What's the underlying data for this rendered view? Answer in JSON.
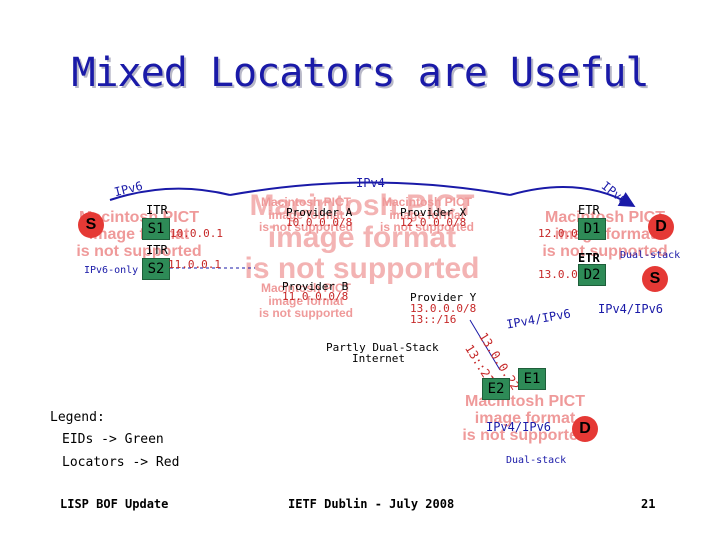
{
  "title": "Mixed Locators are Useful",
  "network_labels": {
    "ipv6_left": "IPv6",
    "ipv4_top": "IPv4",
    "ipv6_right": "IPv6",
    "ipv4_ipv6_mid": "IPv4/IPv6",
    "ipv4_ipv6_right": "IPv4/IPv6",
    "ipv4_ipv6_bottom": "IPv4/IPv6"
  },
  "routers": {
    "itr1_label": "ITR",
    "itr2_label": "ITR",
    "etr1_label": "ETR",
    "etr2_label": "ETR",
    "s1": "S1",
    "s2": "S2",
    "d1": "D1",
    "d2": "D2",
    "e1": "E1",
    "e2": "E2"
  },
  "hosts": {
    "s_left": "S",
    "d_right": "D",
    "s_right": "S",
    "d_bottom": "D"
  },
  "addresses": {
    "s1_addr": "10.0.0.1",
    "s2_addr": "11.0.0.1",
    "d1_addr": "12.0.0.2",
    "d2_addr": "13.0.0.2",
    "e_addr": "13.0.0.22",
    "e_v6_addr": "13::21"
  },
  "providers": {
    "a_name": "Provider A",
    "a_prefix": "10.0.0.0/8",
    "b_name": "Provider B",
    "b_prefix": "11.0.0.0/8",
    "x_name": "Provider X",
    "x_prefix": "12.0.0.0/8",
    "y_name": "Provider Y",
    "y_prefix_v4": "13.0.0.0/8",
    "y_prefix_v6": "13::/16"
  },
  "annotations": {
    "ipv6_only": "IPv6-only",
    "dual_stack_right": "Dual-stack",
    "dual_stack_bottom": "Dual-stack",
    "partly_dual_stack_1": "Partly Dual-Stack",
    "partly_dual_stack_2": "Internet"
  },
  "placeholder_image": {
    "line1": "Macintosh PICT",
    "line2": "image format",
    "line3": "is not supported"
  },
  "legend": {
    "heading": "Legend:",
    "eids": "EIDs -> Green",
    "locators": "Locators -> Red"
  },
  "footer": {
    "left": "LISP BOF Update",
    "center": "IETF Dublin - July 2008",
    "page": "21"
  },
  "colors": {
    "title": "#1a1aa8",
    "eid_green": "#2e8b57",
    "locator_red": "#e53935",
    "pict_text": "#ef9a9a"
  }
}
